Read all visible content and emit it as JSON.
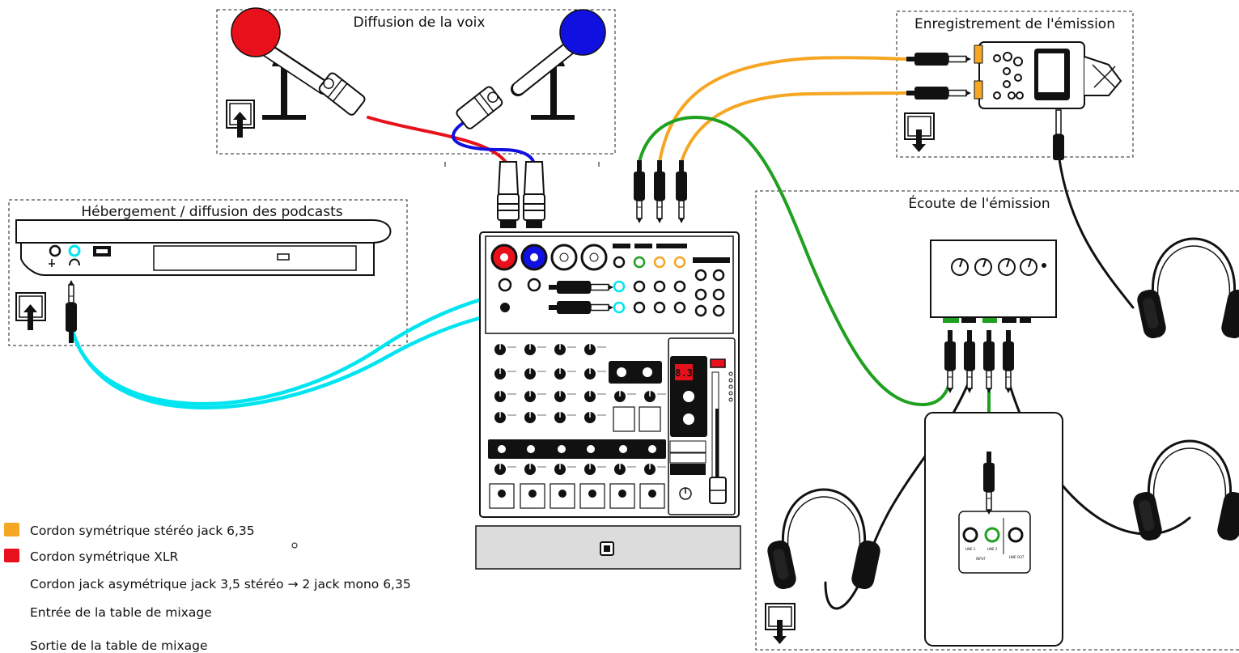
{
  "groups": {
    "voice": {
      "title": "Diffusion de la voix"
    },
    "recording": {
      "title": "Enregistrement de l'émission"
    },
    "hosting": {
      "title": "Hébergement / diffusion des podcasts"
    },
    "listening": {
      "title": "Écoute de l'émission"
    }
  },
  "legend": [
    {
      "label": "Cordon symétrique stéréo jack 6,35",
      "color": "#f5a623"
    },
    {
      "label": "Cordon symétrique XLR",
      "color": "#e8101a"
    },
    {
      "label": "Cordon jack asymétrique jack 3,5 stéréo → 2 jack mono 6,35",
      "color": "#00e5f0"
    },
    {
      "label": "Entrée de la table de mixage",
      "color": "#1fa01f"
    },
    {
      "label": "Sortie de la table de mixage",
      "color": "#000000"
    }
  ],
  "mixer": {
    "display": "8.3"
  },
  "speaker": {
    "input_label": "INPUT",
    "line1": "LINE 1",
    "line2": "LINE 2",
    "line_out": "LINE OUT"
  },
  "colors": {
    "orange": "#f5a623",
    "red": "#e8101a",
    "blue": "#1010e0",
    "cyan": "#00e5f0",
    "green": "#1fa01f",
    "black": "#000000"
  }
}
